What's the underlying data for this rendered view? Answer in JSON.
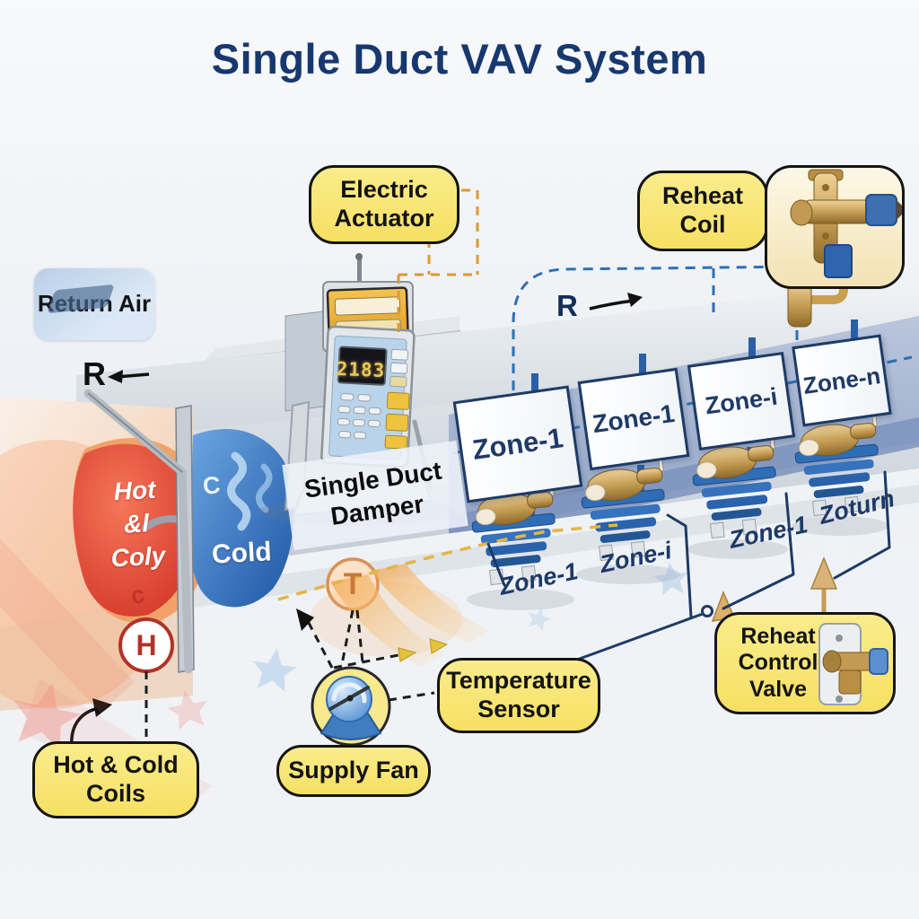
{
  "title": "Single Duct VAV System",
  "boxes": {
    "electric_actuator": "Electric Actuator",
    "reheat_coil": "Reheat Coil",
    "return_air": "Return Air",
    "temperature_sensor": "Temperature Sensor",
    "supply_fan": "Supply Fan",
    "hot_cold_coils": "Hot & Cold Coils",
    "reheat_control_valve": "Reheat Control Valve"
  },
  "duct": {
    "damper_label": "Single Duct Damper",
    "hot_coil_lines": [
      "Hot",
      "&l",
      "Coly"
    ],
    "hot_small_c": "c",
    "cold_c": "C",
    "cold_label": "Cold",
    "hot_marker": "H",
    "temp_marker": "T",
    "return_marker_left": "R",
    "return_marker_right": "R",
    "actuator_display": "2183"
  },
  "zone_panels": [
    {
      "label": "Zone-1"
    },
    {
      "label": "Zone-1"
    },
    {
      "label": "Zone-i"
    },
    {
      "label": "Zone-n"
    }
  ],
  "zone_notes": [
    {
      "label": "Zone-1"
    },
    {
      "label": "Zone-i"
    },
    {
      "label": "Zone-1"
    },
    {
      "label": "Zoturn"
    }
  ],
  "colors": {
    "title_navy": "#17386f",
    "label_yellow": "#f7e46e",
    "navy_line": "#1d3a66",
    "blue_dash": "#2f6fb3",
    "orange_dash": "#dd9a30",
    "hot_red": "#d7392b",
    "cold_blue": "#2a66b8",
    "return_air_blue": "#bcd2ea"
  }
}
